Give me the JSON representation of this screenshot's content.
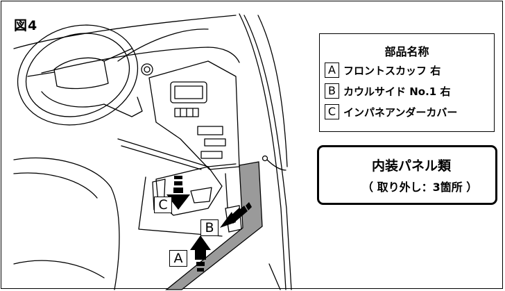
{
  "figure_label": "図4",
  "parts_legend": {
    "title": "部品名称",
    "items": [
      {
        "letter": "A",
        "name": "フロントスカッフ 右"
      },
      {
        "letter": "B",
        "name": "カウルサイド No.1 右"
      },
      {
        "letter": "C",
        "name": "インパネアンダーカバー"
      }
    ]
  },
  "interior_panel_note": {
    "title": "内装パネル類",
    "subtitle": "（ 取り外し：3箇所 ）",
    "icon": "dashed-arrow-left-icon"
  },
  "callouts": {
    "a": "A",
    "b": "B",
    "c": "C"
  },
  "colors": {
    "line": "#000000",
    "highlight": "#9a9a9a",
    "background": "#ffffff"
  }
}
